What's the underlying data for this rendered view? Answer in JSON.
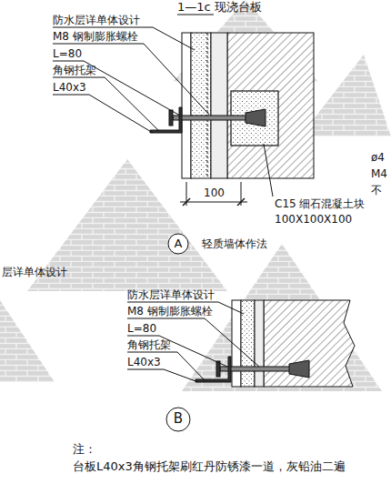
{
  "diagram": {
    "title": "1—1c 现浇台板",
    "labels": [
      "防水层详单体设计",
      "M8 钢制膨胀螺栓",
      "L=80",
      "角钢托架",
      "L40x3",
      "C15 细石混凝土块",
      "100X100X100",
      "100",
      "A",
      "轻质墙体作法",
      "层详单体设计",
      "防水层详单体设计",
      "M8 钢制膨胀螺栓",
      "L=80",
      "角钢托架",
      "L40x3",
      "B",
      "注：",
      "台板L40x3角钢托架刷红丹防锈漆一道，灰铅油二遍",
      "ø4",
      "M4",
      "不"
    ]
  }
}
